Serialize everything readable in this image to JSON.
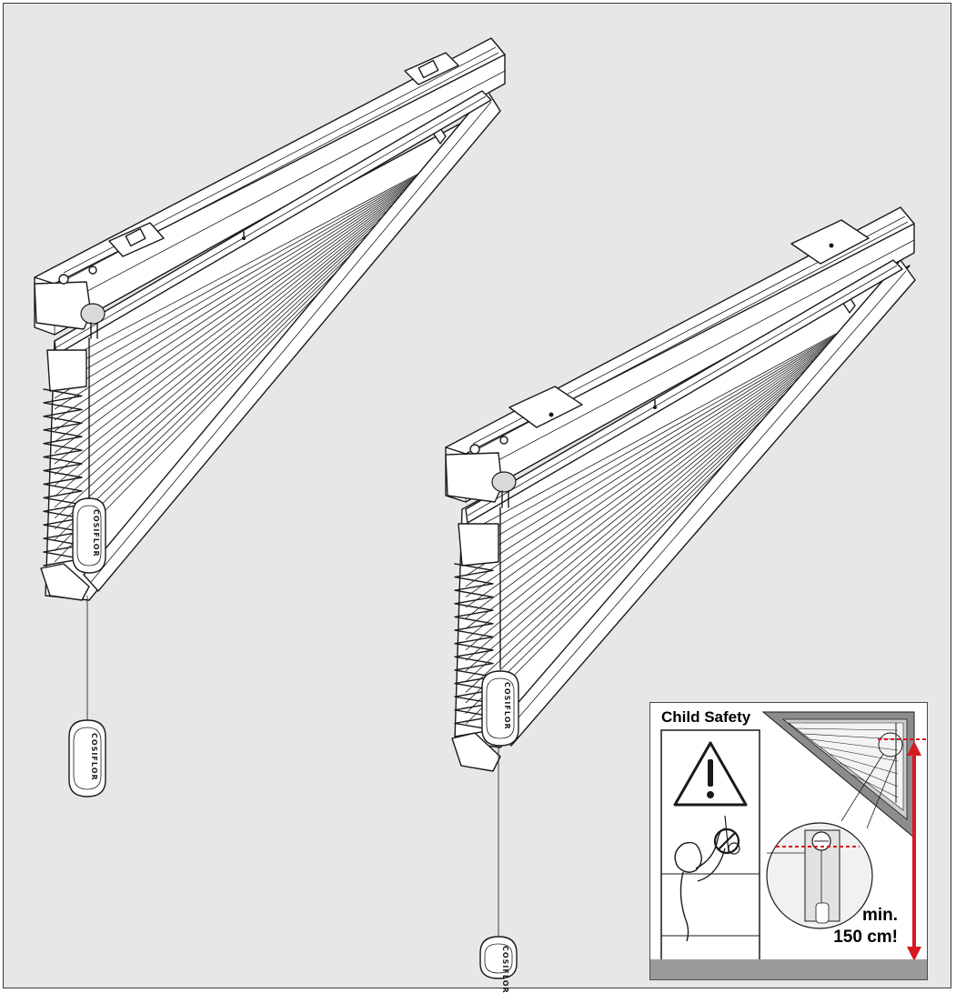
{
  "inset": {
    "title": "Child Safety",
    "min_label": "min.",
    "height_label": "150 cm!"
  },
  "brand": {
    "handle_text": "COSIFLOR"
  },
  "colors": {
    "background": "#e6e7e8",
    "line": "#1a1a1a",
    "warning_red": "#d71920",
    "floor_grey": "#9b9b9b"
  }
}
